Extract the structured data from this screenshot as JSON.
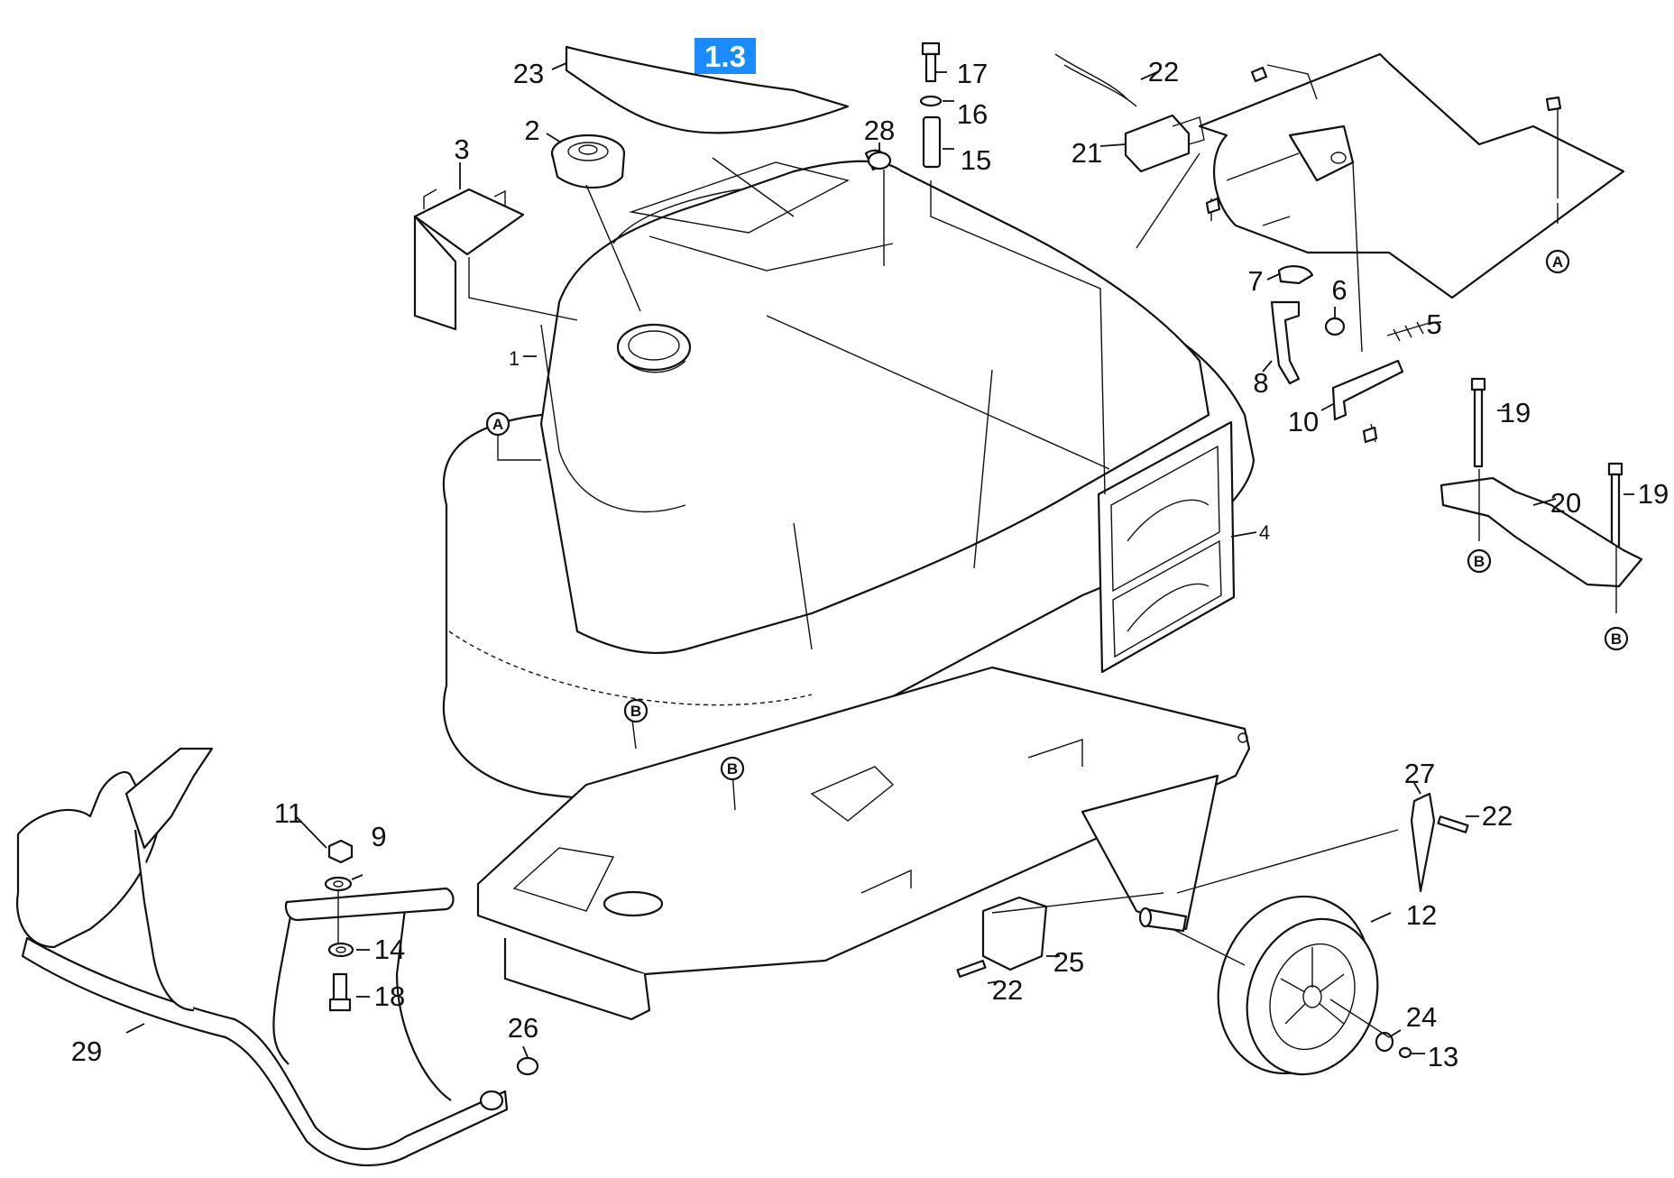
{
  "badge": {
    "text": "1.3",
    "color": "#1a8cff"
  },
  "part_labels": {
    "p1": "1",
    "p2": "2",
    "p3": "3",
    "p4": "4",
    "p5": "5",
    "p6": "6",
    "p7": "7",
    "p8": "8",
    "p9": "9",
    "p10": "10",
    "p11": "11",
    "p12": "12",
    "p13": "13",
    "p14": "14",
    "p15": "15",
    "p16": "16",
    "p17": "17",
    "p18": "18",
    "p19a": "19",
    "p19b": "19",
    "p20": "20",
    "p21": "21",
    "p22a": "22",
    "p22b": "22",
    "p22c": "22",
    "p23": "23",
    "p24": "24",
    "p25": "25",
    "p26": "26",
    "p27": "27",
    "p28": "28",
    "p29": "29"
  },
  "markers": {
    "a1": "A",
    "a2": "A",
    "b1": "B",
    "b2": "B",
    "b3": "B",
    "b4": "B"
  }
}
